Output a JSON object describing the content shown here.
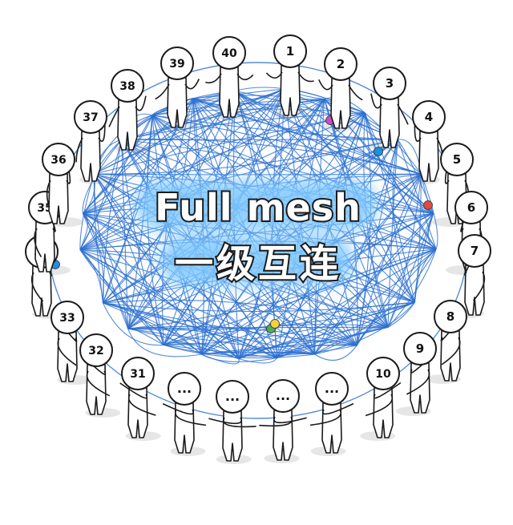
{
  "title": {
    "english": "Full mesh",
    "chinese": "一级互连"
  },
  "nodes": {
    "labels": [
      "1",
      "2",
      "3",
      "4",
      "5",
      "6",
      "7",
      "8",
      "9",
      "10",
      "...",
      "...",
      "...",
      "...",
      "31",
      "32",
      "33",
      "34",
      "35",
      "36",
      "37",
      "38",
      "39",
      "40"
    ]
  },
  "colors": {
    "mesh_line": "#2a6fd0",
    "glow": "#7ec8ff",
    "outline": "#1a1a1a",
    "figure_fill": "#ffffff",
    "shadow": "#dcdcdc"
  },
  "packet_colors": [
    "#c94fbf",
    "#1e90e0",
    "#e04b3c",
    "#4caf50",
    "#f4d03f",
    "#e8a0a0"
  ]
}
